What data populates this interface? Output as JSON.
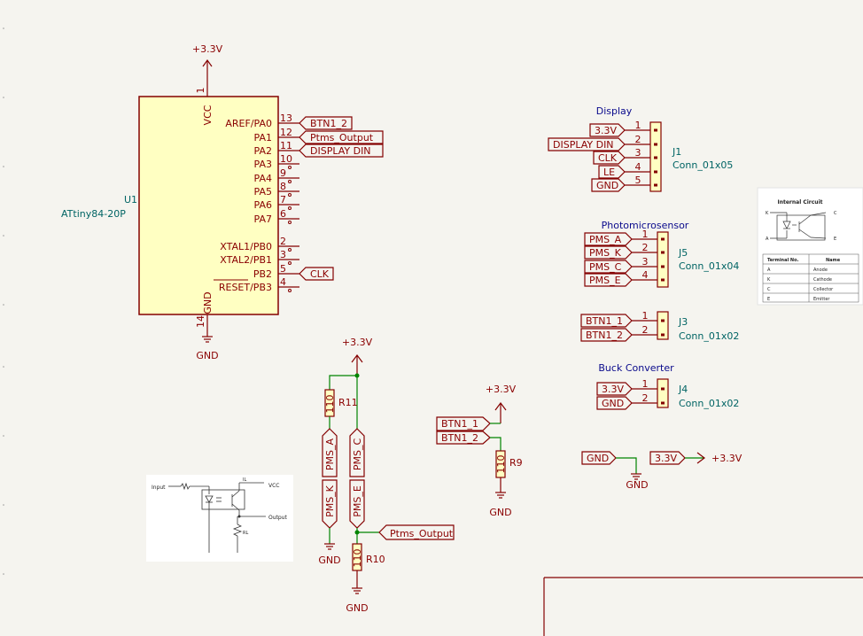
{
  "colors": {
    "background": "#f5f4ef",
    "wire": "#008400",
    "symbol": "#840000",
    "ic_fill": "#ffffc2",
    "text_ref": "#006464",
    "text_label": "#8a0000",
    "text_title": "#0a0a8c"
  },
  "power": {
    "vcc": "+3.3V",
    "gnd": "GND"
  },
  "u1": {
    "ref": "U1",
    "value": "ATtiny84-20P",
    "vcc_name": "VCC",
    "vcc_num": "1",
    "gnd_name": "GND",
    "gnd_num": "14",
    "pins": [
      {
        "name": "AREF/PA0",
        "num": "13",
        "label": "BTN1_2"
      },
      {
        "name": "PA1",
        "num": "12",
        "label": "Ptms_Output"
      },
      {
        "name": "PA2",
        "num": "11",
        "label": "DISPLAY DIN"
      },
      {
        "name": "PA3",
        "num": "10"
      },
      {
        "name": "PA4",
        "num": "9"
      },
      {
        "name": "PA5",
        "num": "8"
      },
      {
        "name": "PA6",
        "num": "7"
      },
      {
        "name": "PA7",
        "num": "6"
      },
      {
        "name": "XTAL1/PB0",
        "num": "2"
      },
      {
        "name": "XTAL2/PB1",
        "num": "3"
      },
      {
        "name": "PB2",
        "num": "5",
        "label": "CLK"
      },
      {
        "name": "RESET/PB3",
        "num": "4"
      }
    ]
  },
  "j1": {
    "title": "Display",
    "ref": "J1",
    "value": "Conn_01x05",
    "labels": [
      "3.3V",
      "DISPLAY DIN",
      "CLK",
      "LE",
      "GND"
    ],
    "nums": [
      "1",
      "2",
      "3",
      "4",
      "5"
    ]
  },
  "j5": {
    "title": "Photomicrosensor",
    "ref": "J5",
    "value": "Conn_01x04",
    "labels": [
      "PMS_A",
      "PMS_K",
      "PMS_C",
      "PMS_E"
    ],
    "nums": [
      "1",
      "2",
      "3",
      "4"
    ]
  },
  "j3": {
    "ref": "J3",
    "value": "Conn_01x02",
    "labels": [
      "BTN1_1",
      "BTN1_2"
    ],
    "nums": [
      "1",
      "2"
    ]
  },
  "j4": {
    "title": "Buck Converter",
    "ref": "J4",
    "value": "Conn_01x02",
    "labels": [
      "3.3V",
      "GND"
    ],
    "nums": [
      "1",
      "2"
    ]
  },
  "resistors": {
    "r11": {
      "ref": "R11",
      "value": "110"
    },
    "r10": {
      "ref": "R10",
      "value": "110"
    },
    "r9": {
      "ref": "R9",
      "value": "110"
    }
  },
  "sensor_labels": {
    "pms_a": "PMS_A",
    "pms_k": "PMS_K",
    "pms_c": "PMS_C",
    "pms_e": "PMS_E",
    "ptms_output": "Ptms_Output"
  },
  "button_labels": {
    "btn1_1": "BTN1_1",
    "btn1_2": "BTN1_2"
  },
  "net_tie": {
    "gnd": "GND",
    "v33": "3.3V"
  },
  "internal_circuit": {
    "title": "Internal Circuit",
    "pins": {
      "k": "K",
      "a": "A",
      "c": "C",
      "e": "E"
    },
    "headers": [
      "Terminal No.",
      "Name"
    ],
    "rows": [
      [
        "A",
        "Anode"
      ],
      [
        "K",
        "Cathode"
      ],
      [
        "C",
        "Collector"
      ],
      [
        "E",
        "Emitter"
      ]
    ]
  },
  "app_circuit": {
    "input": "Input",
    "vcc": "VCC",
    "output": "Output",
    "rl": "RL",
    "il": "IL"
  }
}
